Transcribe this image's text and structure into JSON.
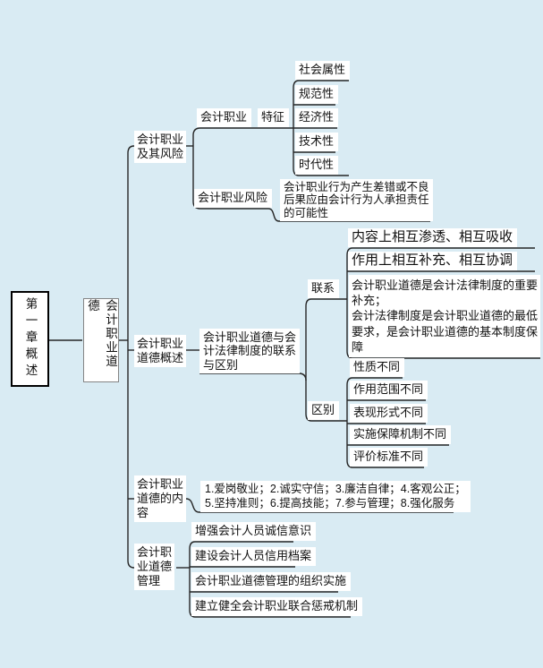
{
  "diagram_title": "第一章概述会计职业道德思维导图",
  "colors": {
    "background": "#d9ebf3",
    "line": "#262626",
    "node_fill": "#ffffff",
    "root_border": "#000000",
    "level2_border": "#848484"
  },
  "root": {
    "title": "第一章概述"
  },
  "level2": {
    "title": "会计职业道德"
  },
  "branch1": {
    "label_lines": [
      "会计职业",
      "及其风险"
    ],
    "occupation": "会计职业",
    "feature": "特征",
    "feature_leaves": [
      "社会属性",
      "规范性",
      "经济性",
      "技术性",
      "时代性"
    ],
    "risk": "会计职业风险",
    "risk_desc_lines": [
      "会计职业行为产生差错或不良",
      "后果应由会计行为人承担责任",
      "的可能性"
    ]
  },
  "branch2": {
    "label_lines": [
      "会计职业",
      "道德概述"
    ],
    "relation_box_lines": [
      "会计职业道德与会",
      "计法律制度的联系",
      "与区别"
    ],
    "link_label": "联系",
    "diff_label": "区别",
    "link_leaves": [
      "内容上相互渗透、相互吸收",
      "作用上相互补充、相互协调"
    ],
    "link_box_lines": [
      "会计职业道德是会计法律制度的重要",
      "补充；",
      "会计法律制度是会计职业道德的最低",
      "要求，是会计职业道德的基本制度保",
      "障"
    ],
    "diff_leaves": [
      "性质不同",
      "作用范围不同",
      "表现形式不同",
      "实施保障机制不同",
      "评价标准不同"
    ]
  },
  "branch3": {
    "label_lines": [
      "会计职业",
      "道德的内",
      "容"
    ],
    "content_lines": [
      "1.爱岗敬业；2.诚实守信；3.廉洁自律；4.客观公正；",
      "5.坚持准则；6.提高技能；7.参与管理；8.强化服务"
    ]
  },
  "branch4": {
    "label_lines": [
      "会计职",
      "业道德",
      "管理"
    ],
    "leaves": [
      "增强会计人员诚信意识",
      "建设会计人员信用档案",
      "会计职业道德管理的组织实施",
      "建立健全会计职业联合惩戒机制"
    ]
  }
}
